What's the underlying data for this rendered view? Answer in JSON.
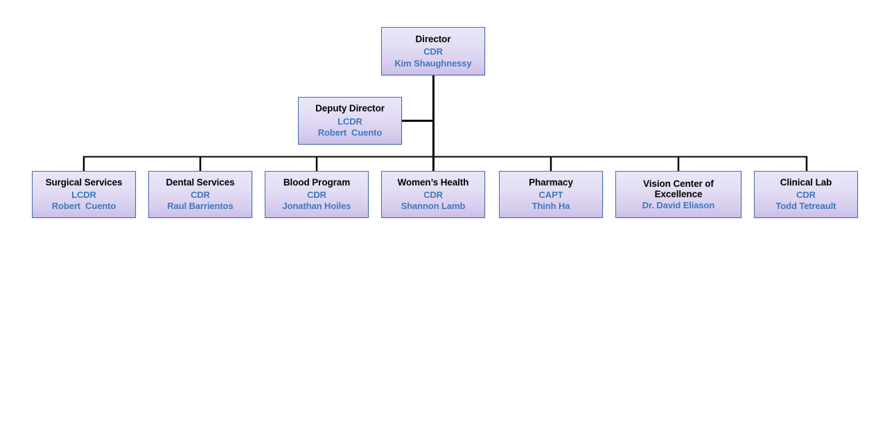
{
  "chart_title": "",
  "colors": {
    "box_border": "#3f6da8",
    "box_fill_top": "#eae6f8",
    "box_fill_bottom": "#ccbfe8",
    "title_text": "#000000",
    "subtitle_text": "#3f78bd",
    "connector_line": "#000000",
    "background": "#ffffff"
  },
  "nodes": {
    "director": {
      "title": "Director",
      "rank": "CDR",
      "person": "Kim Shaughnessy"
    },
    "deputy_director": {
      "title": "Deputy Director",
      "rank": "LCDR",
      "person": "Robert  Cuento"
    },
    "departments": [
      {
        "id": "surgical-services",
        "title": "Surgical Services",
        "rank": "LCDR",
        "person": "Robert  Cuento"
      },
      {
        "id": "dental-services",
        "title": "Dental Services",
        "rank": "CDR",
        "person": "Raul Barrientos"
      },
      {
        "id": "blood-program",
        "title": "Blood Program",
        "rank": "CDR",
        "person": "Jonathan Hoiles"
      },
      {
        "id": "womens-health",
        "title": "Women’s Health",
        "rank": "CDR",
        "person": "Shannon Lamb"
      },
      {
        "id": "pharmacy",
        "title": "Pharmacy",
        "rank": "CAPT",
        "person": "Thinh Ha"
      },
      {
        "id": "vision-center-of-excellence",
        "title": "Vision Center of\nExcellence",
        "rank": "",
        "person": "Dr. David Eliason"
      },
      {
        "id": "clinical-lab",
        "title": "Clinical Lab",
        "rank": "CDR",
        "person": "Todd Tetreault"
      }
    ]
  }
}
